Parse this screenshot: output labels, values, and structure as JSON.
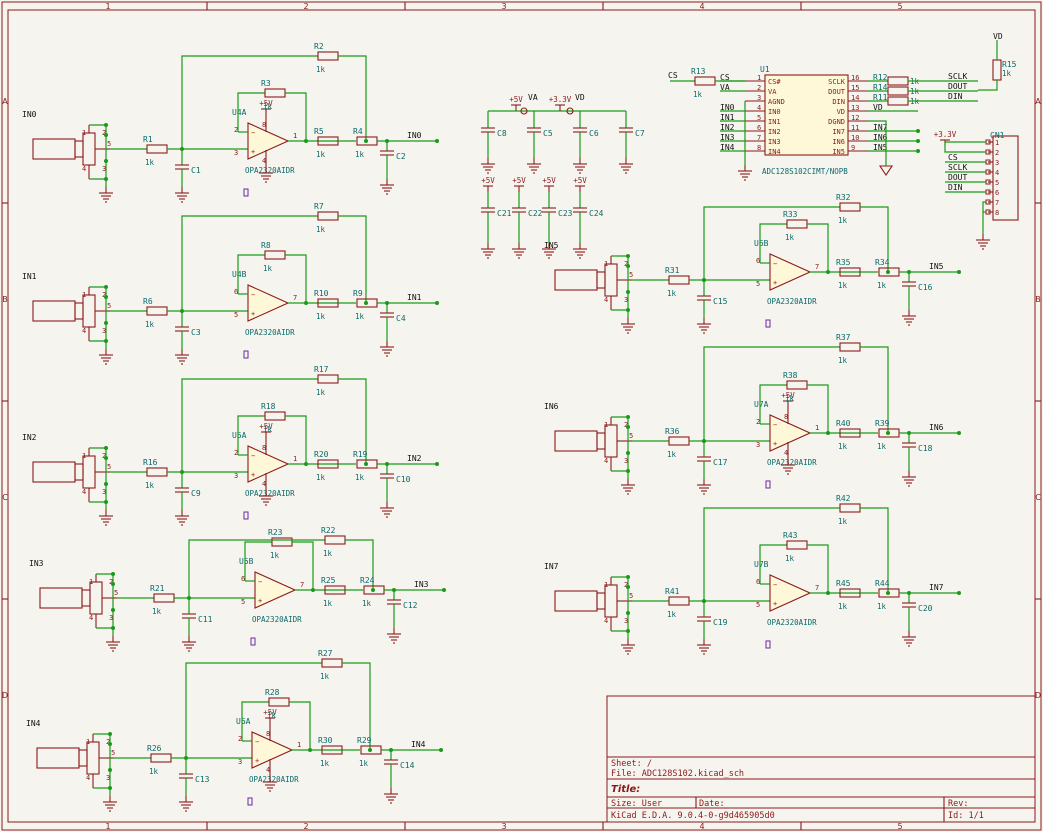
{
  "zones": {
    "columns": [
      "1",
      "2",
      "3",
      "4",
      "5"
    ],
    "rows": [
      "A",
      "B",
      "C",
      "D"
    ]
  },
  "title_block": {
    "sheet": "Sheet: /",
    "file": "File: ADC128S102.kicad_sch",
    "title": "Title:",
    "size": "Size: User",
    "date": "Date:",
    "rev": "Rev:",
    "kicad": "KiCad E.D.A. 9.0.4-0-g9d465905d0",
    "id": "Id: 1/1"
  },
  "channels": [
    {
      "in": "IN0",
      "rin": "R1",
      "c1": "C1",
      "rg": "R3",
      "rf": "R2",
      "ro": "R5",
      "rs": "R4",
      "c2": "C2",
      "u": "U4A",
      "ic": "OPA2320AIDR",
      "out": "IN0",
      "p_out": "1",
      "p_inm": "2",
      "p_inp": "3",
      "pwr": "+5V",
      "p8": "8",
      "p4": "4"
    },
    {
      "in": "IN1",
      "rin": "R6",
      "c1": "C3",
      "rg": "R8",
      "rf": "R7",
      "ro": "R10",
      "rs": "R9",
      "c2": "C4",
      "u": "U4B",
      "ic": "OPA2320AIDR",
      "out": "IN1",
      "p_out": "7",
      "p_inm": "6",
      "p_inp": "5"
    },
    {
      "in": "IN2",
      "rin": "R16",
      "c1": "C9",
      "rg": "R18",
      "rf": "R17",
      "ro": "R20",
      "rs": "R19",
      "c2": "C10",
      "u": "U5A",
      "ic": "OPA2320AIDR",
      "out": "IN2",
      "p_out": "1",
      "p_inm": "2",
      "p_inp": "3",
      "pwr": "+5V",
      "p8": "8",
      "p4": "4"
    },
    {
      "in": "IN3",
      "rin": "R21",
      "c1": "C11",
      "rg": "R23",
      "rf": "R22",
      "ro": "R25",
      "rs": "R24",
      "c2": "C12",
      "u": "U5B",
      "ic": "OPA2320AIDR",
      "out": "IN3",
      "p_out": "7",
      "p_inm": "6",
      "p_inp": "5"
    },
    {
      "in": "IN4",
      "rin": "R26",
      "c1": "C13",
      "rg": "R28",
      "rf": "R27",
      "ro": "R30",
      "rs": "R29",
      "c2": "C14",
      "u": "U6A",
      "ic": "OPA2320AIDR",
      "out": "IN4",
      "p_out": "1",
      "p_inm": "2",
      "p_inp": "3",
      "pwr": "+5V",
      "p8": "8",
      "p4": "4"
    },
    {
      "in": "IN5",
      "rin": "R31",
      "c1": "C15",
      "rg": "R33",
      "rf": "R32",
      "ro": "R35",
      "rs": "R34",
      "c2": "C16",
      "u": "U6B",
      "ic": "OPA2320AIDR",
      "out": "IN5",
      "p_out": "7",
      "p_inm": "6",
      "p_inp": "5"
    },
    {
      "in": "IN6",
      "rin": "R36",
      "c1": "C17",
      "rg": "R38",
      "rf": "R37",
      "ro": "R40",
      "rs": "R39",
      "c2": "C18",
      "u": "U7A",
      "ic": "OPA2320AIDR",
      "out": "IN6",
      "p_out": "1",
      "p_inm": "2",
      "p_inp": "3",
      "pwr": "+5V",
      "p8": "8",
      "p4": "4"
    },
    {
      "in": "IN7",
      "rin": "R41",
      "c1": "C19",
      "rg": "R43",
      "rf": "R42",
      "ro": "R45",
      "rs": "R44",
      "c2": "C20",
      "u": "U7B",
      "ic": "OPA2320AIDR",
      "out": "IN7",
      "p_out": "7",
      "p_inm": "6",
      "p_inp": "5"
    }
  ],
  "res_value": "1k",
  "connector_pins": {
    "p1": "1",
    "p2": "2",
    "p3": "3",
    "p4": "4",
    "p5": "5"
  },
  "power_rail": {
    "p5v": "+5V",
    "p33v": "+3.3V",
    "va": "VA",
    "vd": "VD",
    "caps_top": [
      "C8",
      "C5",
      "C6",
      "C7"
    ],
    "caps_bot": [
      "C21",
      "C22",
      "C23",
      "C24"
    ]
  },
  "adc": {
    "ref": "U1",
    "part": "ADC128S102CIMT/NOPB",
    "left_pins": [
      [
        "CS#",
        "1"
      ],
      [
        "VA",
        "2"
      ],
      [
        "AGND",
        "3"
      ],
      [
        "IN0",
        "4"
      ],
      [
        "IN1",
        "5"
      ],
      [
        "IN2",
        "6"
      ],
      [
        "IN3",
        "7"
      ],
      [
        "IN4",
        "8"
      ]
    ],
    "right_pins": [
      [
        "SCLK",
        "16"
      ],
      [
        "DOUT",
        "15"
      ],
      [
        "DIN",
        "14"
      ],
      [
        "VD",
        "13"
      ],
      [
        "DGND",
        "12"
      ],
      [
        "IN7",
        "11"
      ],
      [
        "IN6",
        "10"
      ],
      [
        "IN5",
        "9"
      ]
    ],
    "left_nets": [
      "CS",
      "VA",
      "",
      "IN0",
      "IN1",
      "IN2",
      "IN3",
      "IN4"
    ],
    "right_nets": [
      "",
      "",
      "",
      "VD",
      "",
      "IN7",
      "IN6",
      "IN5"
    ],
    "r13": "R13",
    "r12": "R12",
    "r14": "R14",
    "r11": "R11",
    "r15": "R15",
    "sclk": "SCLK",
    "dout": "DOUT",
    "din": "DIN",
    "cs": "CS",
    "vd": "VD"
  },
  "conn": {
    "ref": "CN1",
    "v33": "+3.3V",
    "pins": [
      "1",
      "2",
      "3",
      "4",
      "5",
      "6",
      "7",
      "8"
    ],
    "nets": [
      "",
      "",
      "CS",
      "SCLK",
      "DOUT",
      "DIN",
      "",
      ""
    ]
  }
}
